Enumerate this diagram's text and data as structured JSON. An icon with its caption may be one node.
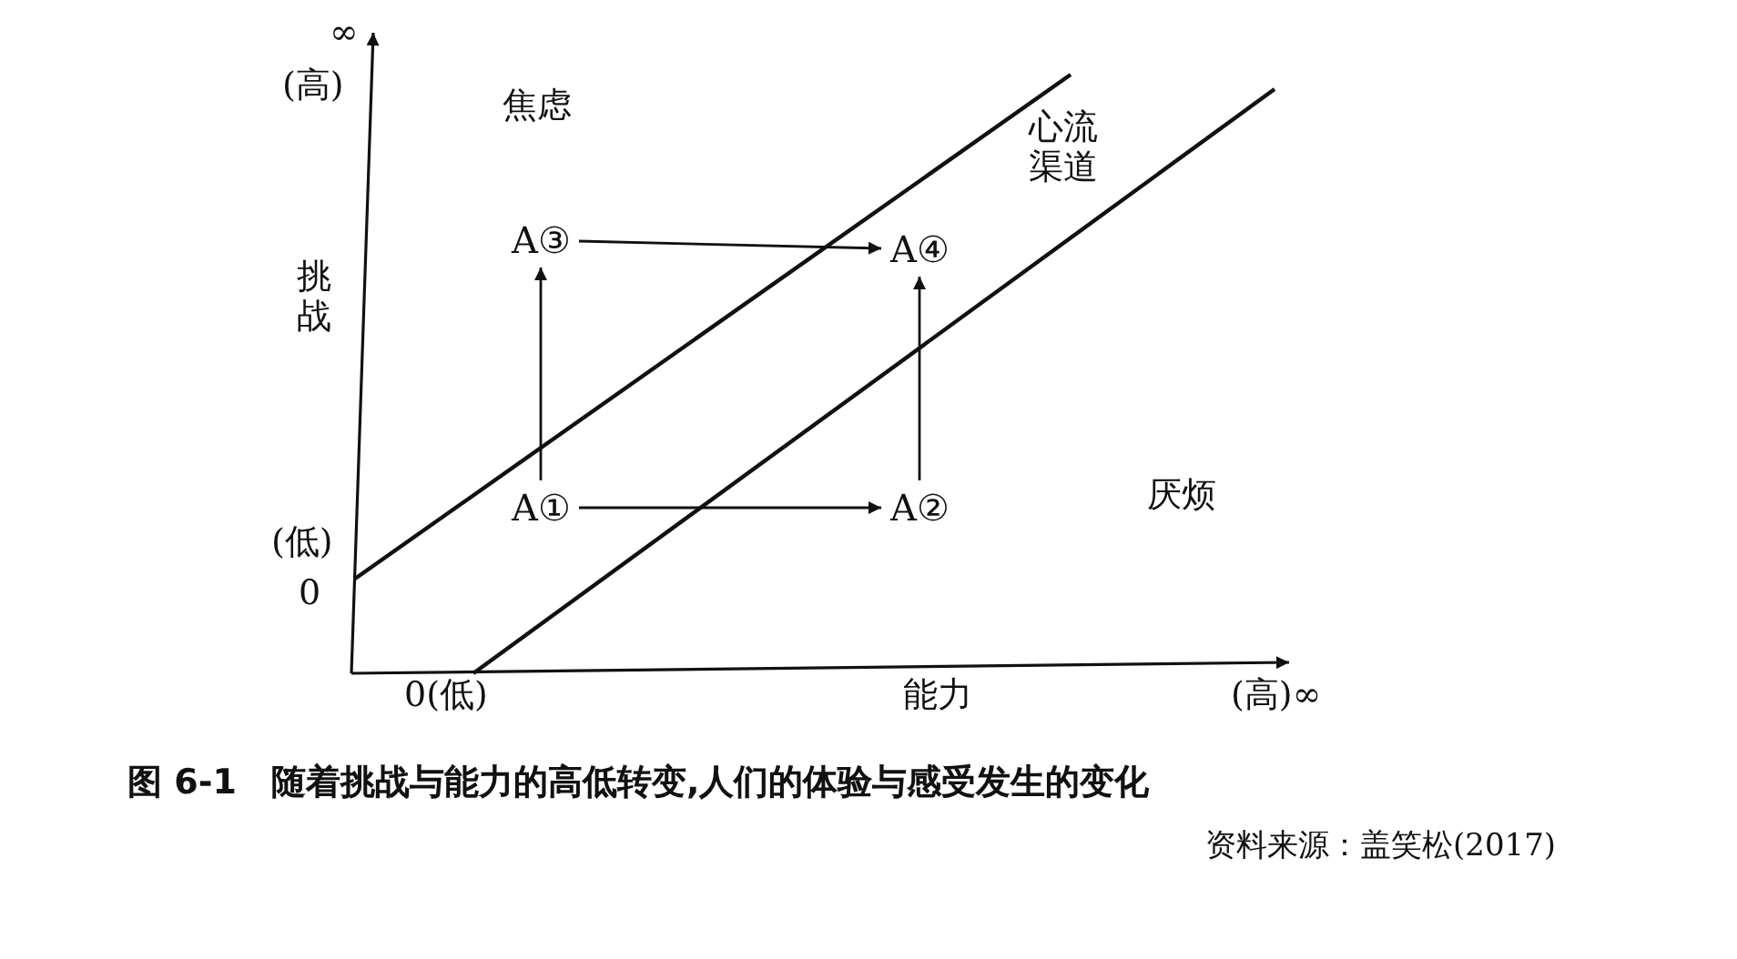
{
  "diagram": {
    "caption": "图 6-1　随着挑战与能力的高低转变,人们的体验与感受发生的变化",
    "nodes": [
      {
        "text": [
          "A①"
        ]
      },
      {
        "text": [
          "A②"
        ]
      },
      {
        "text": [
          "A③"
        ]
      },
      {
        "text": [
          "A④"
        ]
      }
    ],
    "edges": [
      {
        "from": 0,
        "to": 1,
        "arrow": "to"
      },
      {
        "from": 0,
        "to": 2,
        "arrow": "to"
      },
      {
        "from": 2,
        "to": 3,
        "arrow": "to"
      },
      {
        "from": 1,
        "to": 3,
        "arrow": "to"
      }
    ],
    "labels": [
      "∞",
      "(高)",
      "焦虑",
      "心流渠道",
      "挑战",
      "厌烦",
      "(低)",
      "0",
      "0(低)",
      "能力",
      "(高)∞",
      "资料来源：盖笑松(2017)"
    ]
  }
}
